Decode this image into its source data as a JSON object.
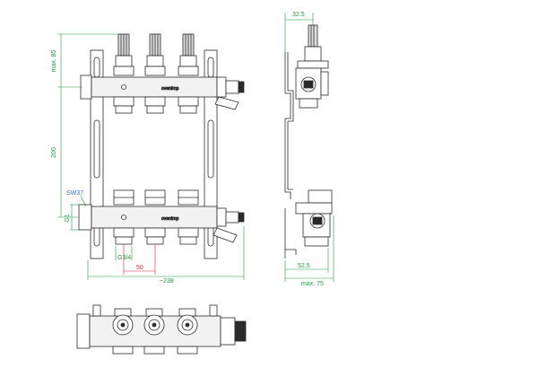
{
  "colors": {
    "line": "#2b2b2b",
    "body_fill": "#e9e9e9",
    "dim_green": "#1e9a3c",
    "dim_red": "#d62828",
    "dim_blue": "#3a6fd8"
  },
  "front_view": {
    "brand_text": "oventrop",
    "labels": {
      "max85": "max. 85",
      "d200": "200",
      "sw": "SW37",
      "g1": "G1",
      "g34": "G3/4",
      "d50": "50",
      "d238": "~238"
    }
  },
  "side_view": {
    "labels": {
      "d325": "32.5",
      "d525": "52.5",
      "max75": "max. 75"
    }
  },
  "bottom_view": {}
}
